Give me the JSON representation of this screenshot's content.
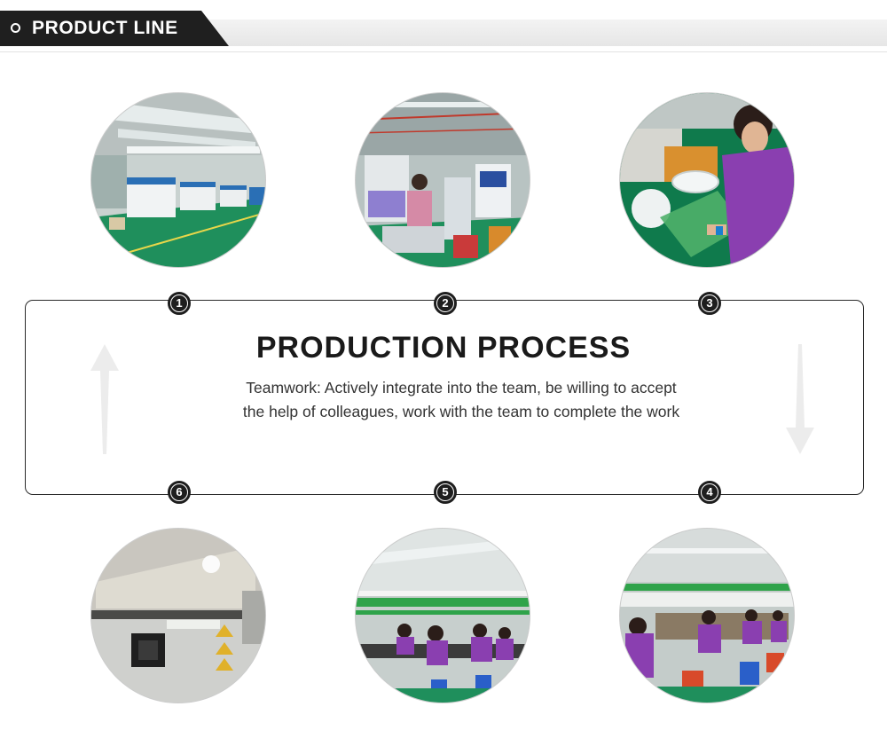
{
  "header": {
    "title": "PRODUCT LINE"
  },
  "process": {
    "title": "PRODUCTION PROCESS",
    "description": "Teamwork: Actively integrate into the team, be willing to accept the help of colleagues, work with the team to complete the work"
  },
  "steps": [
    {
      "number": "1",
      "icon": "injection-molding-workshop-photo"
    },
    {
      "number": "2",
      "icon": "assembly-machines-photo"
    },
    {
      "number": "3",
      "icon": "magnifier-inspection-photo"
    },
    {
      "number": "4",
      "icon": "assembly-line-workers-photo"
    },
    {
      "number": "5",
      "icon": "production-line-photo"
    },
    {
      "number": "6",
      "icon": "salt-spray-test-chamber-photo"
    }
  ],
  "colors": {
    "header_tab": "#1f1f1f",
    "floor_green": "#1f8f5c",
    "uniform_purple": "#8a3fb0"
  }
}
